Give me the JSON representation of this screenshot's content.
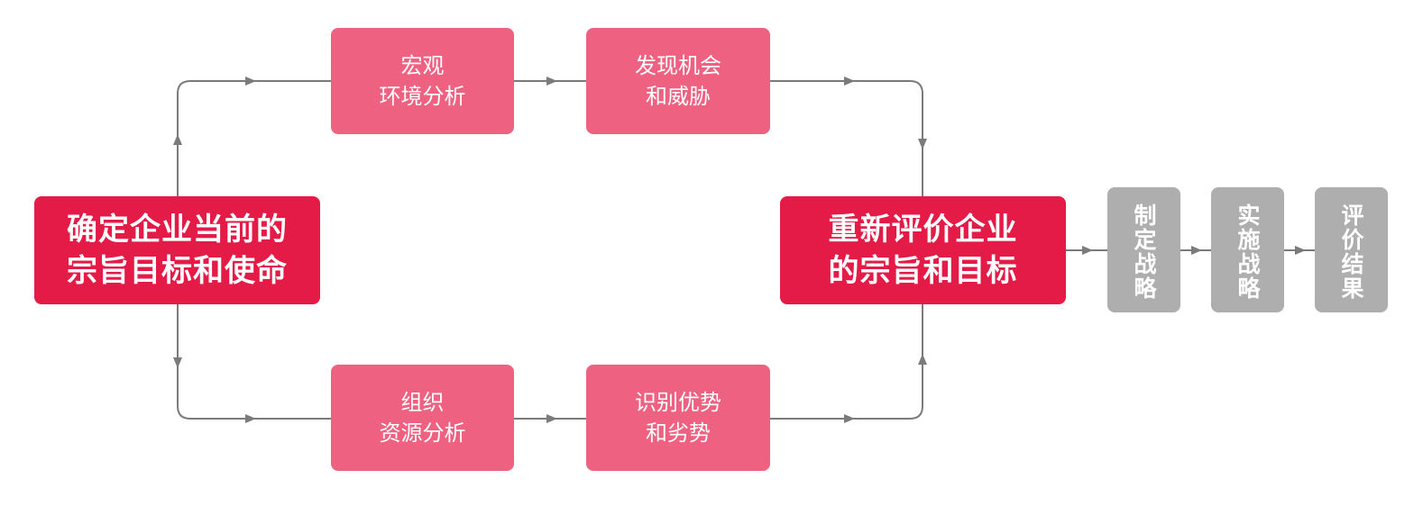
{
  "diagram": {
    "colors": {
      "primary": "#e41b47",
      "secondary": "#ef6180",
      "neutral": "#aeaeae",
      "connector": "#7b7b7b",
      "text": "#ffffff"
    },
    "nodes": {
      "mission": {
        "label": "确定企业当前的\n宗旨目标和使命"
      },
      "macro": {
        "label": "宏观\n环境分析"
      },
      "opportunities": {
        "label": "发现机会\n和威胁"
      },
      "organization": {
        "label": "组织\n资源分析"
      },
      "strengths": {
        "label": "识别优势\n和劣势"
      },
      "reassess": {
        "label": "重新评价企业\n的宗旨和目标"
      },
      "formulate": {
        "label": "制定战略"
      },
      "implement": {
        "label": "实施战略"
      },
      "evaluate": {
        "label": "评价结果"
      }
    },
    "edges": [
      {
        "from": "mission",
        "to": "macro"
      },
      {
        "from": "macro",
        "to": "opportunities"
      },
      {
        "from": "opportunities",
        "to": "reassess"
      },
      {
        "from": "mission",
        "to": "organization"
      },
      {
        "from": "organization",
        "to": "strengths"
      },
      {
        "from": "strengths",
        "to": "reassess"
      },
      {
        "from": "reassess",
        "to": "formulate"
      },
      {
        "from": "formulate",
        "to": "implement"
      },
      {
        "from": "implement",
        "to": "evaluate"
      }
    ]
  }
}
